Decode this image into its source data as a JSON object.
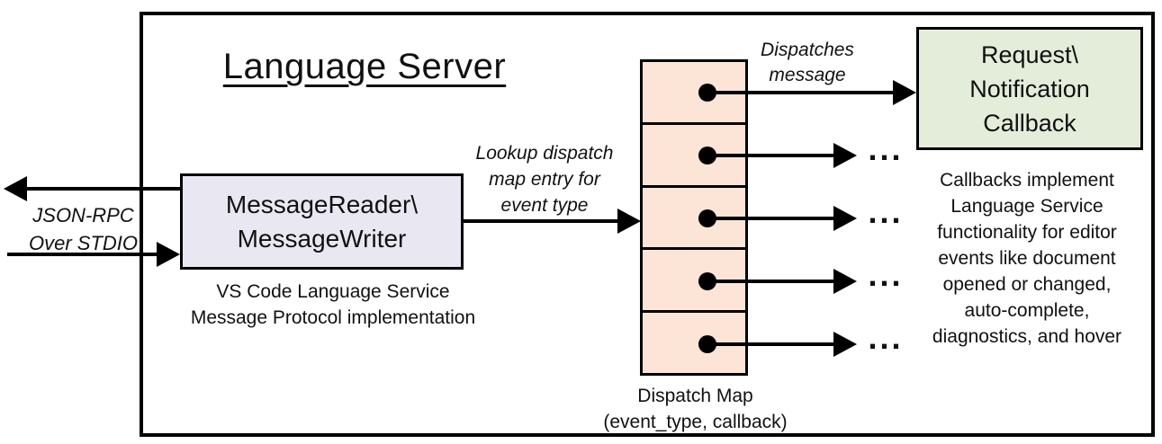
{
  "diagram": {
    "title": "Language Server",
    "stdio_label": {
      "lines": [
        "JSON-RPC",
        "Over STDIO"
      ]
    },
    "reader_box": {
      "lines": [
        "MessageReader\\",
        "MessageWriter"
      ]
    },
    "reader_caption": {
      "lines": [
        "VS Code Language Service",
        "Message Protocol implementation"
      ]
    },
    "lookup_label": {
      "lines": [
        "Lookup dispatch",
        "map entry for",
        "event type"
      ]
    },
    "dispatches_label": {
      "lines": [
        "Dispatches",
        "message"
      ]
    },
    "callback_box": {
      "lines": [
        "Request\\",
        "Notification",
        "Callback"
      ]
    },
    "callbacks_note": {
      "lines": [
        "Callbacks implement",
        "Language Service",
        "functionality for editor",
        "events like document",
        "opened or changed,",
        "auto-complete,",
        "diagnostics, and hover"
      ]
    },
    "dispatch_map_caption": {
      "lines": [
        "Dispatch Map",
        "(event_type, callback)"
      ]
    },
    "ellipsis": "...",
    "colors": {
      "reader_fill": "#e9e8f2",
      "map_fill": "#fce5d6",
      "callback_fill": "#e4edda",
      "line": "#000000"
    }
  }
}
